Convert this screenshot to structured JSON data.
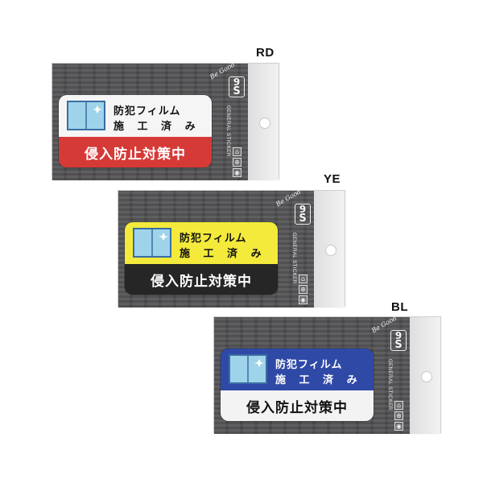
{
  "product": {
    "sticker_line1": "防犯フィルム",
    "sticker_line2": "施 工 済 み",
    "sticker_warning": "侵入防止対策中",
    "side_label": "GENERAL STICKER",
    "brand_mark": "Be Good",
    "brand_code_1": "9",
    "brand_code_2": "S",
    "icons": [
      "house-icon",
      "lock-icon",
      "shield-icon"
    ]
  },
  "variants": [
    {
      "code": "RD",
      "top_color": "#f5f5f5",
      "bottom_color": "#d63a37",
      "bottom_text_color": "#ffffff",
      "line_color": "#111111"
    },
    {
      "code": "YE",
      "top_color": "#f3ea3c",
      "bottom_color": "#262626",
      "bottom_text_color": "#ffffff",
      "line_color": "#111111"
    },
    {
      "code": "BL",
      "top_color": "#2f49a7",
      "bottom_color": "#f3f3f3",
      "bottom_text_color": "#111111",
      "line_color": "#ffffff"
    }
  ],
  "colors": {
    "backing": "#4f4f51",
    "window_glass": "#9fd3ea",
    "window_frame": "#3a6da3"
  }
}
